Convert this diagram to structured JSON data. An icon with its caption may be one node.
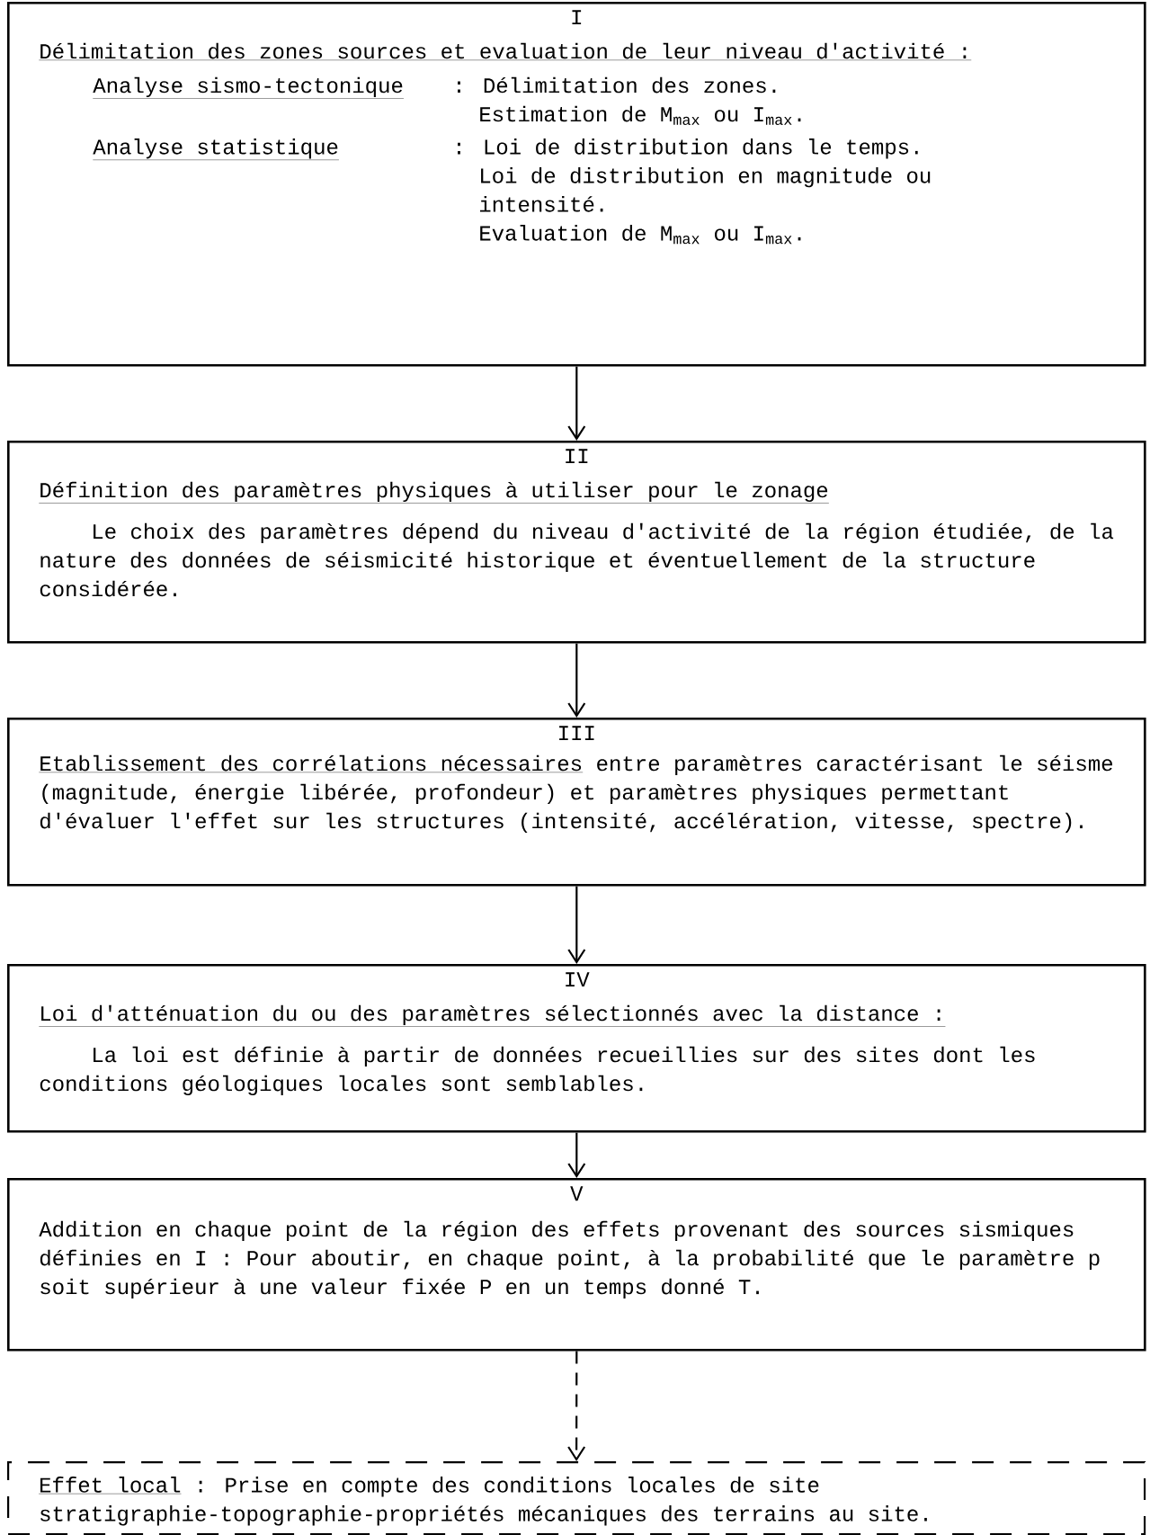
{
  "diagram": {
    "nodes": [
      {
        "text": [
          "I",
          "Délimitation des zones sources et evaluation de leur niveau d'activité :",
          "Analyse sismo-tectonique",
          ": Délimitation des zones.",
          "Estimation de M$_{max}$ ou I$_{max}$.",
          "Analyse statistique",
          ": Loi de distribution dans le temps.",
          "Loi de distribution en magnitude ou intensité.",
          "Evaluation de M$_{max}$ ou I$_{max}$."
        ]
      },
      {
        "text": [
          "II",
          "Définition des paramètres physiques à utiliser pour le zonage",
          "Le choix des paramètres dépend du niveau d'activité de la région étudiée, de la nature des données de séismicité historique et éventuellement de la structure considérée."
        ]
      },
      {
        "text": [
          "III",
          "Etablissement des corrélations nécessaires",
          "entre paramètres caractérisant le séisme (magnitude, énergie libérée, profondeur) et paramètres physiques permettant d'évaluer l'effet sur les structures (intensité, accélération, vitesse, spectre)."
        ]
      },
      {
        "text": [
          "IV",
          "Loi d'atténuation du ou des paramètres sélectionnés avec la distance :",
          "La loi est définie à partir de données recueillies sur des sites dont les conditions géologiques locales sont semblables."
        ]
      },
      {
        "text": [
          "V",
          "Addition en chaque point de la région des effets provenant des sources sismiques définies en I",
          ": Pour aboutir, en chaque point, à la probabilité que le paramètre p soit supérieur à une valeur fixée P en un temps donné T."
        ]
      },
      {
        "text": [
          "Effet local",
          ": Prise en compte des conditions locales de site stratigraphie-topographie-propriétés mécaniques des terrains au site."
        ]
      }
    ],
    "edges": [
      {
        "from": 0,
        "to": 1,
        "arrow": "to"
      },
      {
        "from": 1,
        "to": 2,
        "arrow": "to"
      },
      {
        "from": 2,
        "to": 3,
        "arrow": "to"
      },
      {
        "from": 3,
        "to": 4,
        "arrow": "to"
      },
      {
        "from": 4,
        "to": 5,
        "arrow": "to",
        "style": "dashed"
      }
    ]
  }
}
